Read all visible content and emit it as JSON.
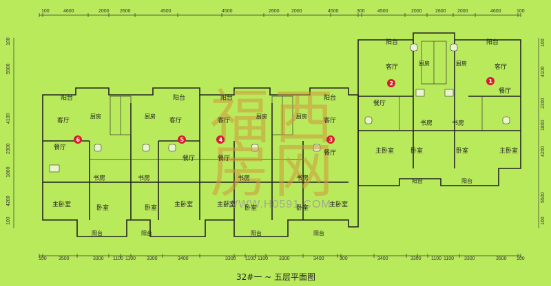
{
  "caption": "32#一 ~ 五层平面图",
  "watermark": {
    "chars": [
      "福",
      "西",
      "房",
      "网"
    ],
    "url": "WWW.H0591.COM"
  },
  "dims_top": [
    "100",
    "4600",
    "2000",
    "2600",
    "4500",
    "4500",
    "2600",
    "2000",
    "4500",
    "300",
    "4500",
    "2000",
    "2600",
    "2000",
    "4600",
    "100"
  ],
  "dims_bottom": [
    "100",
    "3500",
    "3300",
    "1100",
    "1100",
    "3300",
    "3400",
    "3300",
    "1100",
    "1100",
    "3300",
    "3400",
    "300",
    "3400",
    "3300",
    "1100",
    "1100",
    "3300",
    "3500",
    "100"
  ],
  "dims_left": [
    "100",
    "5500",
    "4100",
    "2300",
    "1800",
    "4200",
    "100"
  ],
  "dims_right": [
    "100",
    "4100",
    "2300",
    "1800",
    "4200",
    "5500",
    "100"
  ],
  "units": [
    {
      "id": "6",
      "living": "客厅",
      "dining": "餐厅",
      "kitchen": "厨房",
      "study": "书房",
      "master": "主卧室",
      "bedroom": "卧室",
      "balcony_top": "阳台",
      "balcony_bottom": "阳台"
    },
    {
      "id": "5",
      "living": "客厅",
      "dining": "餐厅",
      "kitchen": "厨房",
      "study": "书房",
      "master": "主卧室",
      "bedroom": "卧室",
      "balcony_top": "阳台",
      "balcony_bottom": "阳台"
    },
    {
      "id": "4",
      "living": "客厅",
      "dining": "餐厅",
      "kitchen": "厨房",
      "study": "书房",
      "master": "主卧室",
      "bedroom": "卧室",
      "balcony_top": "阳台",
      "balcony_bottom": "阳台"
    },
    {
      "id": "3",
      "living": "客厅",
      "dining": "餐厅",
      "kitchen": "厨房",
      "study": "书房",
      "master": "主卧室",
      "bedroom": "卧室",
      "balcony_top": "阳台",
      "balcony_bottom": "阳台"
    },
    {
      "id": "2",
      "living": "客厅",
      "dining": "餐厅",
      "kitchen": "厨房",
      "study": "书房",
      "master": "主卧室",
      "bedroom": "卧室",
      "balcony_top": "阳台",
      "balcony_bottom": "阳台"
    },
    {
      "id": "1",
      "living": "客厅",
      "dining": "餐厅",
      "kitchen": "厨房",
      "study": "书房",
      "master": "主卧室",
      "bedroom": "卧室",
      "balcony_top": "阳台",
      "balcony_bottom": "阳台"
    }
  ],
  "colors": {
    "background": "#b9ea5c",
    "badge": "#d81e2a",
    "watermark": "#cf9a3a"
  }
}
